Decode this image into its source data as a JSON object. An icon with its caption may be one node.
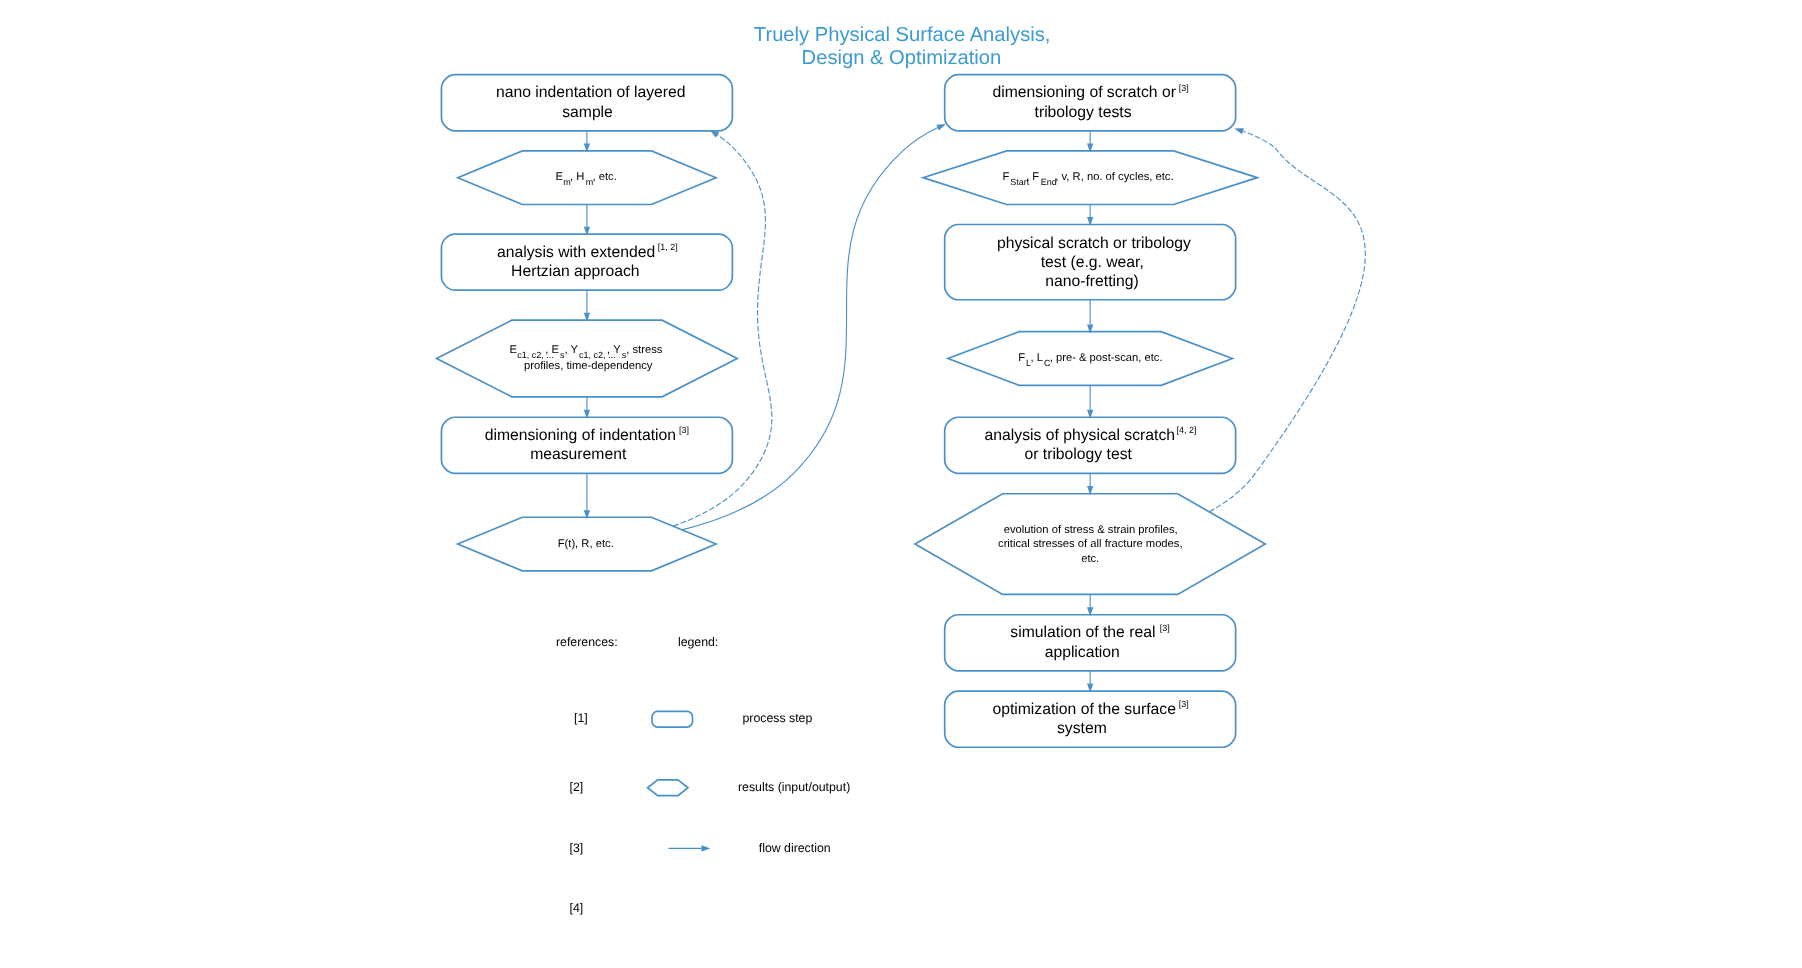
{
  "diagram": {
    "title": "Truely Physical Surface Analysis, Design & Optimization",
    "nodes": [
      {
        "text": [
          "nano indentation of layered sample"
        ]
      },
      {
        "text": [
          "E$_{m}$, H$_{m}$, etc."
        ]
      },
      {
        "text": [
          "analysis with extended Hertzian approach",
          "[1, 2]"
        ]
      },
      {
        "text": [
          "E$_{c1, c2, ...}$, E$_{s}$, Y$_{c1, c2, ...}$, Y$_{s}$, stress profiles, time-dependency"
        ]
      },
      {
        "text": [
          "dimensioning of indentation measurement",
          "[3]"
        ]
      },
      {
        "text": [
          "F(t), R, etc."
        ]
      },
      {
        "text": [
          "dimensioning of scratch or tribology tests",
          "[3]"
        ]
      },
      {
        "text": [
          "F$_{Start}$, F$_{End}$, v, R, no. of cycles, etc."
        ]
      },
      {
        "text": [
          "physical scratch or tribology test (e.g. wear, nano-fretting)"
        ]
      },
      {
        "text": [
          "F$_{L}$, L$_{C}$, pre- & post-scan, etc."
        ]
      },
      {
        "text": [
          "analysis of physical scratch or tribology test",
          "[4, 2]"
        ]
      },
      {
        "text": [
          "evolution of stress & strain profiles, critical stresses of all fracture modes, etc."
        ]
      },
      {
        "text": [
          "simulation of the real application",
          "[3]"
        ]
      },
      {
        "text": [
          "optimization of the surface system",
          "[3]"
        ]
      }
    ],
    "edges": [
      {
        "from": 0,
        "to": 1,
        "arrow": "to"
      },
      {
        "from": 1,
        "to": 2,
        "arrow": "to"
      },
      {
        "from": 2,
        "to": 3,
        "arrow": "to"
      },
      {
        "from": 3,
        "to": 4,
        "arrow": "to"
      },
      {
        "from": 4,
        "to": 5,
        "arrow": "to"
      },
      {
        "from": 5,
        "to": 6,
        "arrow": "to"
      },
      {
        "from": 6,
        "to": 7,
        "arrow": "to"
      },
      {
        "from": 7,
        "to": 8,
        "arrow": "to"
      },
      {
        "from": 8,
        "to": 9,
        "arrow": "to"
      },
      {
        "from": 9,
        "to": 10,
        "arrow": "to"
      },
      {
        "from": 10,
        "to": 11,
        "arrow": "to"
      },
      {
        "from": 11,
        "to": 12,
        "arrow": "to"
      },
      {
        "from": 12,
        "to": 13,
        "arrow": "to"
      },
      {
        "from": 11,
        "to": 6,
        "arrow": "to",
        "style": "dashed"
      },
      {
        "from": 5,
        "to": 0,
        "arrow": "to",
        "style": "dashed"
      }
    ],
    "labels": [
      "references:",
      "[1]",
      "[2]",
      "[3]",
      "[4]",
      "legend:"
    ],
    "legend": [
      {
        "text": "process step"
      },
      {
        "text": "results (input/output)"
      },
      {
        "text": "flow direction"
      }
    ]
  }
}
